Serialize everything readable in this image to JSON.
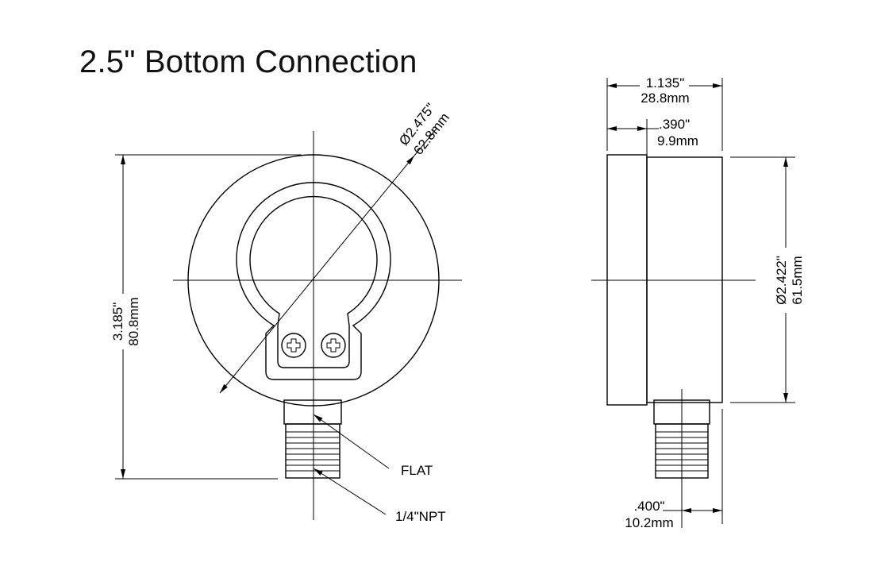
{
  "title": "2.5\" Bottom Connection",
  "front_view": {
    "dial_diameter_in": "Ø2.475\"",
    "dial_diameter_mm": "62.8mm",
    "height_in": "3.185\"",
    "height_mm": "80.8mm",
    "flat_label": "FLAT",
    "thread_label": "1/4\"NPT"
  },
  "side_view": {
    "depth_in": "1.135\"",
    "depth_mm": "28.8mm",
    "bezel_in": ".390\"",
    "bezel_mm": "9.9mm",
    "case_diameter_in": "Ø2.422\"",
    "case_diameter_mm": "61.5mm",
    "stem_offset_in": ".400\"",
    "stem_offset_mm": "10.2mm"
  }
}
